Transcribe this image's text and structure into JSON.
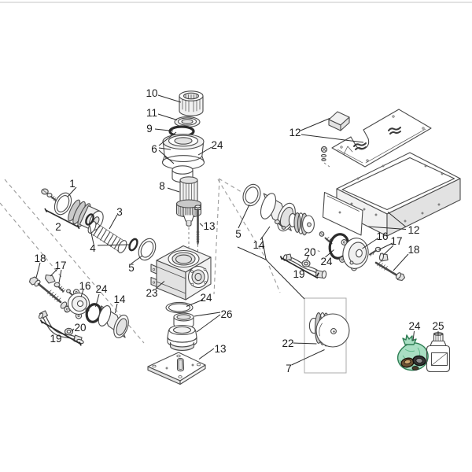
{
  "figure": {
    "type": "exploded-parts-diagram",
    "background": "#ffffff",
    "top_rule_color": "#d9d9d9"
  },
  "colors": {
    "line": "#4a4a4a",
    "label_text": "#1c1c1c",
    "oring_dark": "#2b2b2b",
    "kit_bag_fill": "#a9dfc3",
    "kit_bag_outline": "#2e7d53",
    "bottle_body": "#b9c4bb",
    "bottle_cap": "#4e4e4e",
    "bottle_label": "#ffffff"
  },
  "callouts": {
    "left_seal": "1",
    "left_piston_group": "2",
    "left_spring": "3",
    "left_small_orings": "4",
    "left_large_ring": "5",
    "bushing_stack": "6",
    "pulley_assembly": "7",
    "drive_shaft": "8",
    "stack_oring": "9",
    "needle_bearing": "10",
    "oil_seal": "11",
    "top_cover": "12",
    "enclosure_box": "12",
    "shaft_bolt": "13",
    "base_plate": "13",
    "left_cup": "14",
    "mid_cup": "14",
    "left_end_cover": "16",
    "right_end_cover": "16",
    "left_plug_screws": "17",
    "right_plug_screws": "17",
    "left_long_bolt": "18",
    "right_long_bolt": "18",
    "left_hose_group": "19",
    "right_hose_group": "19",
    "left_hose_nut": "20",
    "right_hose_nut": "20",
    "pulley": "22",
    "pump_body": "23",
    "top_stack_oring": "24",
    "left_oring": "24",
    "right_oring": "24",
    "center_gasket": "24",
    "seal_kit_bag": "24",
    "oil_bottle": "25",
    "valve_stack": "26",
    "mid_ring": "5"
  }
}
